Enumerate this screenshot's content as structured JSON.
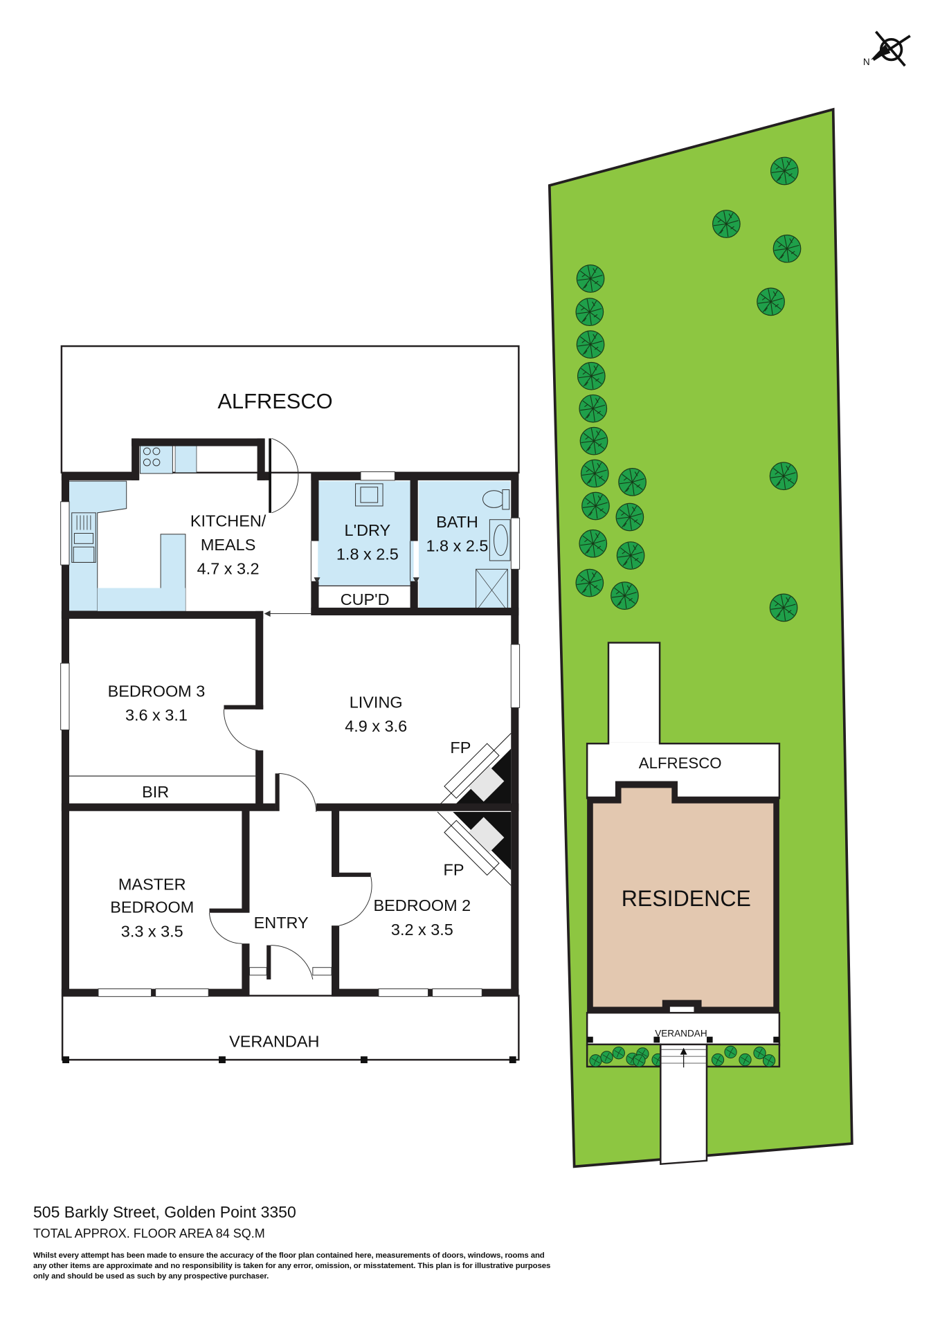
{
  "compass": {
    "label": "N"
  },
  "floor_plan": {
    "rooms": {
      "alfresco": {
        "name": "ALFRESCO"
      },
      "kitchen": {
        "name_line1": "KITCHEN/",
        "name_line2": "MEALS",
        "dims": "4.7 x 3.2"
      },
      "laundry": {
        "name": "L'DRY",
        "dims": "1.8 x 2.5"
      },
      "bath": {
        "name": "BATH",
        "dims": "1.8 x 2.5"
      },
      "cupboard": {
        "name": "CUP'D"
      },
      "bedroom3": {
        "name": "BEDROOM 3",
        "dims": "3.6 x 3.1"
      },
      "living": {
        "name": "LIVING",
        "dims": "4.9 x 3.6"
      },
      "bir": {
        "name": "BIR"
      },
      "fireplace_living": {
        "name": "FP"
      },
      "fireplace_bed2": {
        "name": "FP"
      },
      "master": {
        "name_line1": "MASTER",
        "name_line2": "BEDROOM",
        "dims": "3.3 x 3.5"
      },
      "entry": {
        "name": "ENTRY"
      },
      "bedroom2": {
        "name": "BEDROOM 2",
        "dims": "3.2 x 3.5"
      },
      "verandah": {
        "name": "VERANDAH"
      }
    }
  },
  "site_plan": {
    "alfresco": "ALFRESCO",
    "residence": "RESIDENCE",
    "verandah": "VERANDAH",
    "colors": {
      "lawn": "#8dc641",
      "tree": "#1fa04a",
      "residence": "#e3c8b0",
      "wet_area": "#cce8f6"
    }
  },
  "footer": {
    "address": "505 Barkly Street, Golden Point 3350",
    "floor_area": "TOTAL APPROX. FLOOR AREA 84 SQ.M",
    "disclaimer": "Whilst every attempt has been made to ensure the accuracy of the floor plan contained here, measurements of doors, windows, rooms and any other items are approximate and no responsibility is taken for any error, omission, or misstatement. This plan is for illustrative purposes only and should be used as such by any prospective purchaser."
  }
}
